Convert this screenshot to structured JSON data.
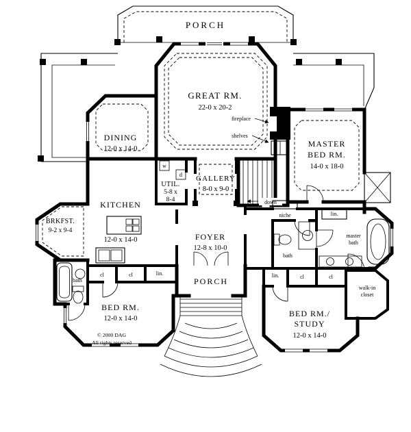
{
  "page": {
    "background": "#ffffff",
    "ink": "#000000"
  },
  "copyright": {
    "line1": "© 2000 DAG",
    "line2": "All rights reserved"
  },
  "rooms": {
    "porch_top": {
      "name": "PORCH"
    },
    "great_room": {
      "name": "GREAT RM.",
      "dims": "22-0 x 20-2"
    },
    "dining": {
      "name": "DINING",
      "dims": "12-0 x 14-0"
    },
    "master_bed": {
      "name_line1": "MASTER",
      "name_line2": "BED RM.",
      "dims": "14-0 x 18-0"
    },
    "utility": {
      "name": "UTIL.",
      "dims_line1": "5-8 x",
      "dims_line2": "8-4"
    },
    "gallery": {
      "name": "GALLERY",
      "dims": "8-0 x 9-0"
    },
    "kitchen": {
      "name": "KITCHEN",
      "dims": "12-0 x 14-0"
    },
    "breakfast": {
      "name": "BRKFST.",
      "dims": "9-2 x 9-4"
    },
    "foyer": {
      "name": "FOYER",
      "dims": "12-8 x 10-0"
    },
    "bed_left": {
      "name": "BED RM.",
      "dims": "12-0 x 14-0"
    },
    "porch_bottom": {
      "name": "PORCH"
    },
    "bed_study": {
      "name_line1": "BED RM./",
      "name_line2": "STUDY",
      "dims": "12-0 x 14-0"
    },
    "master_bath": {
      "name_line1": "master",
      "name_line2": "bath"
    },
    "walk_in_closet": {
      "name_line1": "walk-in",
      "name_line2": "closet"
    },
    "bath_left": {
      "name": "bath"
    },
    "bath_right": {
      "name": "bath"
    }
  },
  "annotations": {
    "fireplace": "fireplace",
    "shelves": "shelves",
    "down": "down",
    "niche": "niche",
    "washer": "w",
    "dryer": "d",
    "linen_master": "lin.",
    "linen_left": "lin.",
    "linen_right": "lin.",
    "closet_left_1": "cl",
    "closet_left_2": "cl",
    "closet_right_1": "cl",
    "closet_right_2": "cl"
  }
}
